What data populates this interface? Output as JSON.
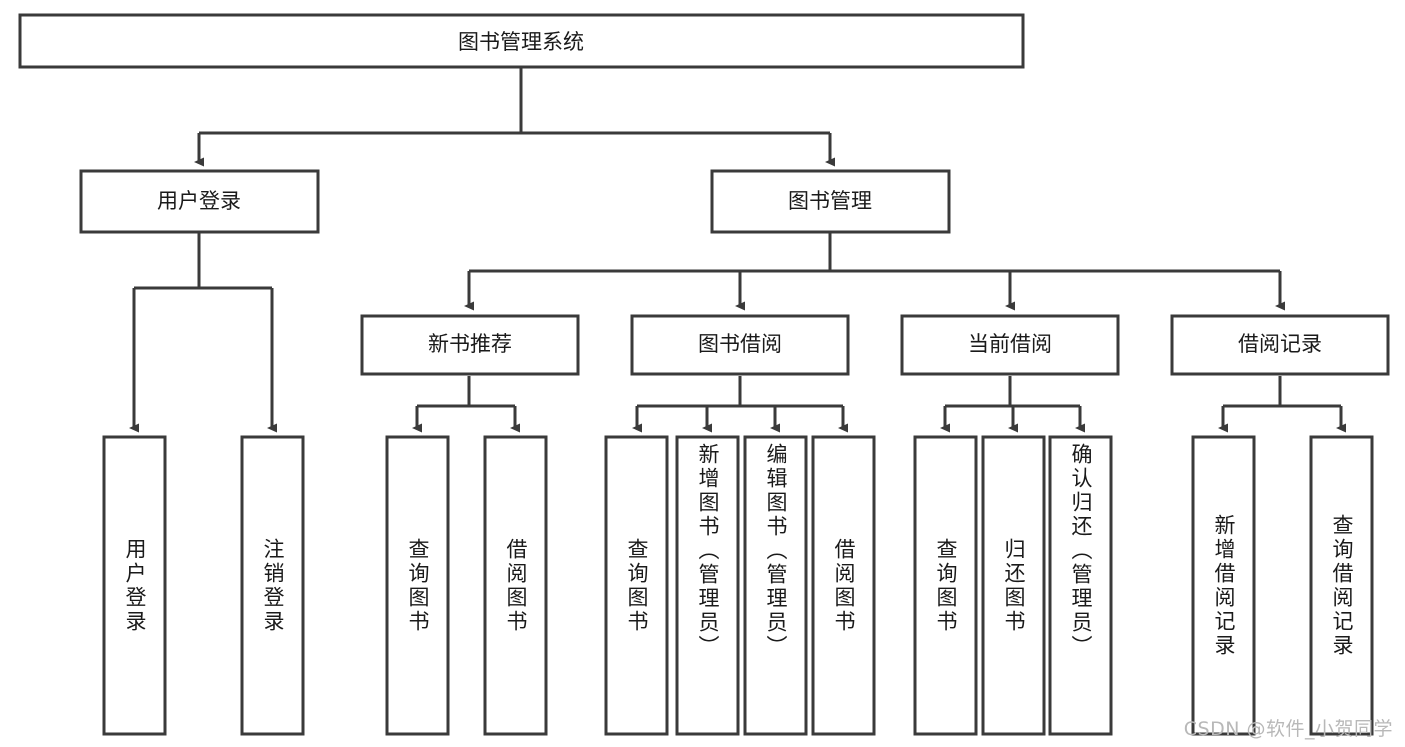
{
  "diagram": {
    "title": "图书管理系统",
    "type": "tree",
    "orientation": "top-down",
    "watermark": "CSDN @软件_小贺同学",
    "colors": {
      "background": "#ffffff",
      "box_stroke": "#3a3a3a",
      "box_fill": "#ffffff",
      "text": "#1a1a1a",
      "watermark": "#b8b8b8"
    },
    "root": {
      "label": "图书管理系统",
      "orientation": "horizontal"
    },
    "level2": [
      {
        "label": "用户登录",
        "orientation": "horizontal"
      },
      {
        "label": "图书管理",
        "orientation": "horizontal"
      }
    ],
    "level3": [
      {
        "label": "新书推荐",
        "orientation": "horizontal",
        "parent": "图书管理"
      },
      {
        "label": "图书借阅",
        "orientation": "horizontal",
        "parent": "图书管理"
      },
      {
        "label": "当前借阅",
        "orientation": "horizontal",
        "parent": "图书管理"
      },
      {
        "label": "借阅记录",
        "orientation": "horizontal",
        "parent": "图书管理"
      }
    ],
    "leaves": {
      "user_login": [
        {
          "label": "用户登录",
          "orientation": "vertical"
        },
        {
          "label": "注销登录",
          "orientation": "vertical"
        }
      ],
      "new_book_recommend": [
        {
          "label": "查询图书",
          "orientation": "vertical"
        },
        {
          "label": "借阅图书",
          "orientation": "vertical"
        }
      ],
      "book_borrow": [
        {
          "label": "查询图书",
          "orientation": "vertical"
        },
        {
          "label": "新增图书（管理员）",
          "orientation": "vertical"
        },
        {
          "label": "编辑图书（管理员）",
          "orientation": "vertical"
        },
        {
          "label": "借阅图书",
          "orientation": "vertical"
        }
      ],
      "current_borrow": [
        {
          "label": "查询图书",
          "orientation": "vertical"
        },
        {
          "label": "归还图书",
          "orientation": "vertical"
        },
        {
          "label": "确认归还（管理员）",
          "orientation": "vertical"
        }
      ],
      "borrow_record": [
        {
          "label": "新增借阅记录",
          "orientation": "vertical"
        },
        {
          "label": "查询借阅记录",
          "orientation": "vertical"
        }
      ]
    }
  }
}
